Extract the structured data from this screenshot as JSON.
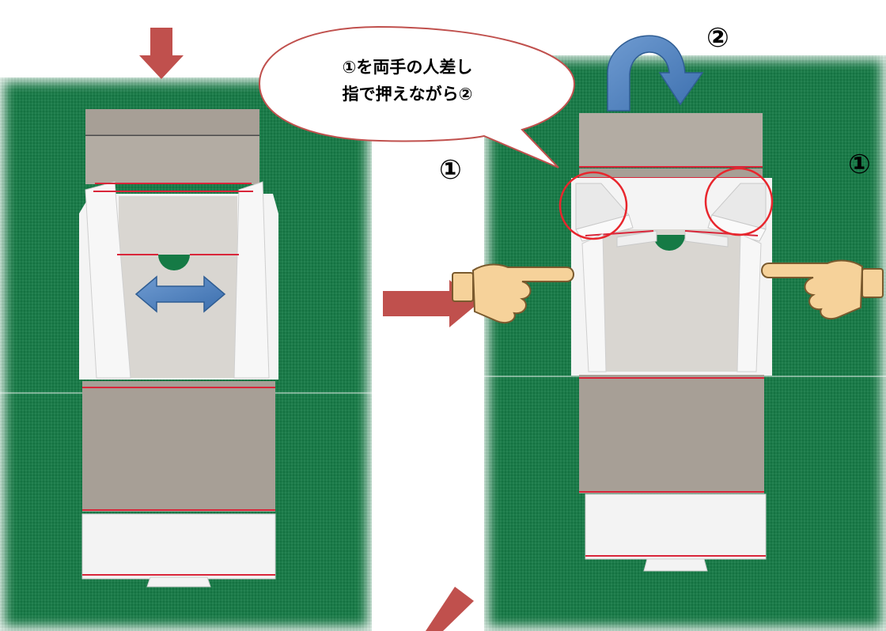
{
  "callout": {
    "line1": "①を両手の人差し",
    "line2": "指で押えながら②"
  },
  "labels": {
    "left": "①",
    "right": "①",
    "top": "②"
  },
  "colors": {
    "background": "#ffffff",
    "green_mat": "#157a45",
    "arrow_red": "#c0504d",
    "arrow_blue": "#4f81bd",
    "fold_line": "#d9263a",
    "cardboard_gray": "#a79f96",
    "highlight_circle": "#e8262d",
    "hand_skin": "#f6d29a"
  },
  "icons": {
    "step_arrows": "arrow-red-icon",
    "push_arrow": "arrow-down-icon",
    "adjust_arrow": "double-arrow-icon",
    "fold_arrow": "curved-arrow-icon",
    "hands": "pointing-hand-icon"
  }
}
